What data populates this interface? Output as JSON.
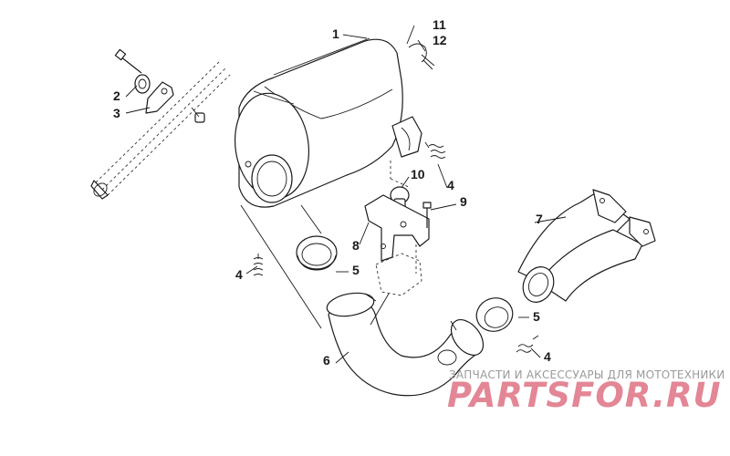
{
  "callouts": {
    "c1": "1",
    "c2": "2",
    "c3": "3",
    "c4a": "4",
    "c4b": "4",
    "c4c": "4",
    "c5a": "5",
    "c5b": "5",
    "c6": "6",
    "c7": "7",
    "c8": "8",
    "c9": "9",
    "c10": "10",
    "c11": "11",
    "c12": "12"
  },
  "watermark": {
    "subtitle": "ЗАПЧАСТИ И АКСЕССУАРЫ ДЛЯ МОТОТЕХНИКИ",
    "brand": "PARTSFOR.RU"
  }
}
